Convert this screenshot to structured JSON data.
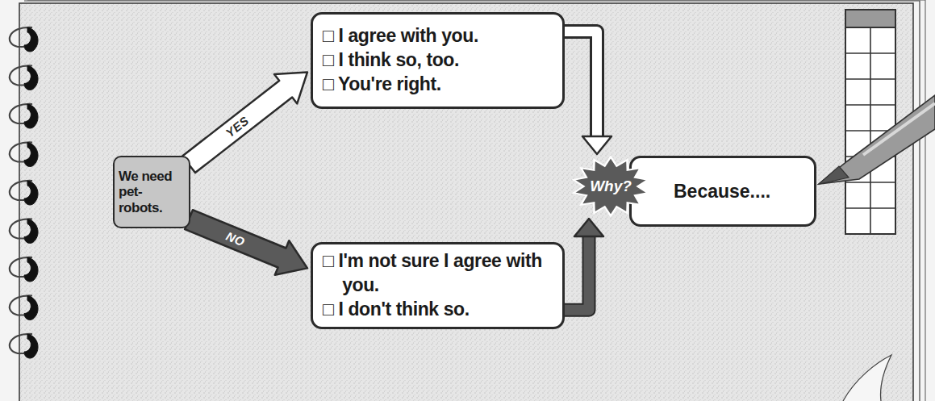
{
  "diagram": {
    "nodes": [
      {
        "text": [
          "We need pet-robots."
        ]
      },
      {
        "text": [
          "□ I agree with you.",
          "□ I think so, too.",
          "□ You're right."
        ]
      },
      {
        "text": [
          "□ I'm not sure I agree with you.",
          "□ I don't think so."
        ]
      },
      {
        "text": [
          "Why?"
        ]
      },
      {
        "text": [
          "Because...."
        ]
      }
    ],
    "edges": [
      {
        "from": 0,
        "to": 1,
        "arrow": "to",
        "label": "YES"
      },
      {
        "from": 0,
        "to": 2,
        "arrow": "to",
        "label": "NO"
      },
      {
        "from": 1,
        "to": 3,
        "arrow": "to"
      },
      {
        "from": 2,
        "to": 3,
        "arrow": "to"
      }
    ]
  }
}
